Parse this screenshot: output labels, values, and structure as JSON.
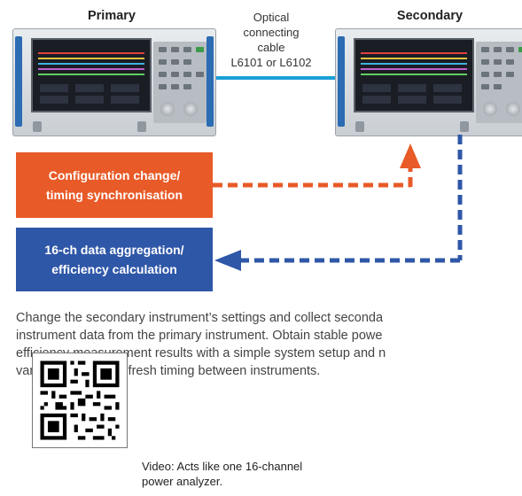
{
  "titles": {
    "primary": "Primary",
    "secondary": "Secondary"
  },
  "cable": {
    "lines": [
      "Optical",
      "connecting",
      "cable",
      "L6101 or L6102"
    ]
  },
  "boxes": {
    "config": [
      "Configuration change/",
      "timing synchronisation"
    ],
    "aggregation": [
      "16-ch data aggregation/",
      "efficiency calculation"
    ]
  },
  "description": {
    "lines": [
      "Change the secondary instrument’s settings and collect seconda",
      "instrument data from the primary instrument. Obtain stable powe",
      "efficiency measurement results with a simple system setup and n",
      "variations in data refresh timing between instruments."
    ]
  },
  "video": {
    "lines": [
      "Video: Acts like one 16-channel",
      "power analyzer."
    ]
  },
  "colors": {
    "orange": "#e85a27",
    "blue": "#2f57a8",
    "cable": "#1aa0d8"
  }
}
